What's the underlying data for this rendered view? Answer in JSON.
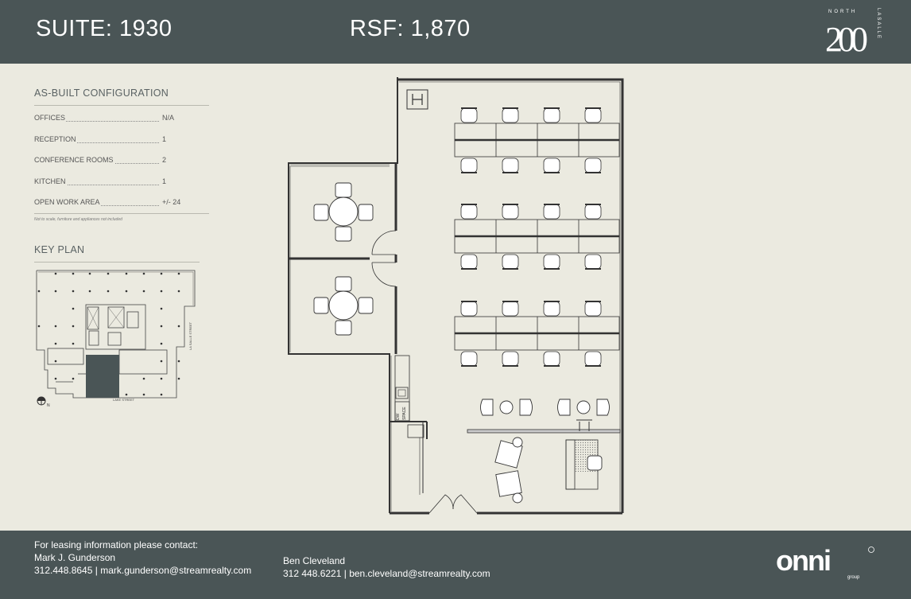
{
  "header": {
    "suite": "SUITE: 1930",
    "rsf": "RSF: 1,870",
    "logo": {
      "number": "200",
      "word_top": "NORTH",
      "word_side": "LASALLE"
    }
  },
  "config": {
    "title": "AS-BUILT CONFIGURATION",
    "items": [
      {
        "label": "OFFICES",
        "value": "N/A"
      },
      {
        "label": "RECEPTION",
        "value": "1"
      },
      {
        "label": "CONFERENCE ROOMS",
        "value": "2"
      },
      {
        "label": "KITCHEN",
        "value": "1"
      },
      {
        "label": "OPEN WORK AREA",
        "value": "+/- 24"
      }
    ],
    "note": "Not to scale, furniture and appliances not included"
  },
  "keyplan": {
    "title": "KEY PLAN",
    "street_right": "LA SALLE STREET",
    "street_bottom": "LAKE STREET",
    "north": "N"
  },
  "floorplan": {
    "dw_label_1": "DW",
    "dw_label_2": "SPACE"
  },
  "footer": {
    "intro": "For leasing information please contact:",
    "contact1_name": "Mark J. Gunderson",
    "contact1_info": "312.448.8645 | mark.gunderson@streamrealty.com",
    "contact2_name": "Ben Cleveland",
    "contact2_info": "312 448.6221 | ben.cleveland@streamrealty.com",
    "brand": "onni",
    "brand_sub": "group"
  }
}
